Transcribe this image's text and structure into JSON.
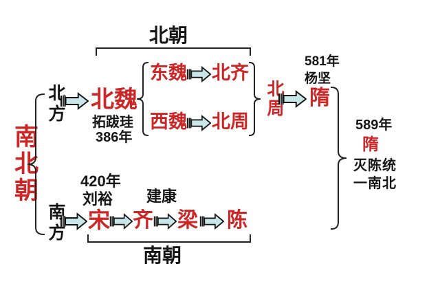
{
  "colors": {
    "red": "#cd2626",
    "black": "#151515",
    "arrow_fill": "#c8e5e8",
    "arrow_outline": "#111111"
  },
  "root": {
    "label": "南北朝"
  },
  "north": {
    "region": "北方",
    "bracket_label": "北朝",
    "wei": "北魏",
    "wei_founder": "拓跋珪",
    "wei_year": "386年",
    "east_wei": "东魏",
    "north_qi": "北齐",
    "west_wei": "西魏",
    "north_zhou": "北周",
    "north_zhou_merge": "北周"
  },
  "sui": {
    "year": "581年",
    "founder": "杨坚",
    "name": "隋"
  },
  "unification": {
    "year": "589年",
    "dynasty": "隋",
    "line1": "灭陈统",
    "line2": "一南北"
  },
  "south": {
    "region": "南方",
    "bracket_label": "南朝",
    "year": "420年",
    "founder": "刘裕",
    "capital": "建康",
    "song": "宋",
    "qi": "齐",
    "liang": "梁",
    "chen": "陈"
  },
  "icons": {
    "arrow": "flow-arrow-icon",
    "brace": "brace-shape",
    "bracket": "span-bracket-shape"
  }
}
